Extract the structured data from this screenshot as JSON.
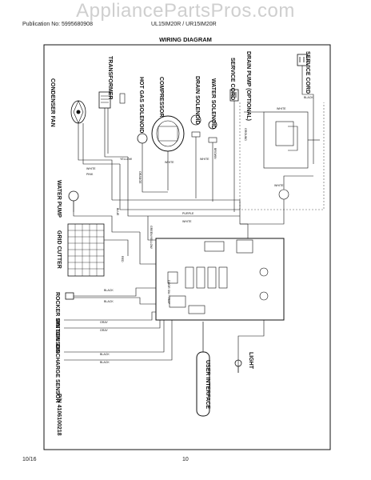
{
  "watermark": "AppliancePartsPros.com",
  "header": {
    "publication": "Publication No: 5995680908",
    "models": "UL15IM20R / UR15IM20R"
  },
  "title": "WIRING DIAGRAM",
  "components": {
    "condenser_fan": "CONDENSER FAN",
    "transformer": "TRANSFORMER",
    "hot_gas_solenoid": "HOT GAS SOLENOID",
    "compressor": "COMPRESSOR",
    "drain_solenoid": "DRAIN SOLENOID",
    "water_solenoid": "WATER SOLENOID",
    "service_cord": "SERVICE CORD",
    "drain_pump": "DRAIN PUMP (OPTIONAL)",
    "service_cord_pump": "SERVICE CORD",
    "water_pump": "WATER PUMP",
    "grid_cutter": "GRID CUTTER",
    "rocker_switch": "ROCKER SWITCH",
    "bin_sensor": "BIN SENSOR",
    "discharge_sensor": "DISCHARGE SENSOR",
    "part_number": "P/N 4106100218",
    "user_interface": "USER INTERFACE",
    "light": "LIGHT",
    "door_switch_label": "DOOR SW / TRAP"
  },
  "wires": {
    "white": "WHITE",
    "black": "BLACK",
    "pink": "PINK",
    "yellow": "YELLOW",
    "purple": "PURPLE",
    "gray": "GRAY",
    "blue": "BLUE",
    "red": "RED",
    "orange": "ORANGE",
    "brown": "BROWN",
    "ground": "GROUND",
    "green_yellow": "GREEN/YELLOW"
  },
  "footer": {
    "date": "10/16",
    "page": "10"
  }
}
